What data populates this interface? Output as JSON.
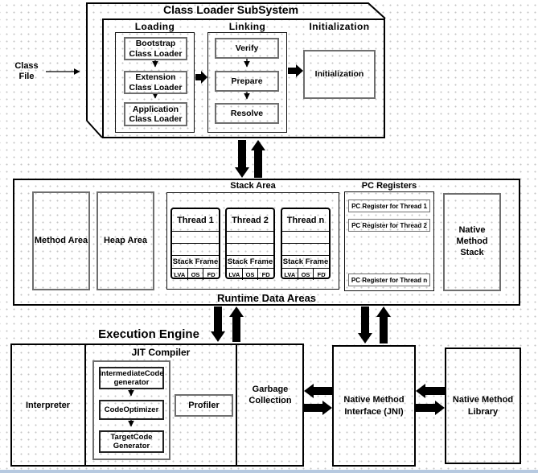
{
  "colors": {
    "line": "#000000",
    "leaf_border_gray": "#6e6e6e",
    "grid_dot": "#c6c6c6",
    "bottom_strip": "#b6c9e0"
  },
  "class_file_label": "Class File",
  "class_loader_subsystem": {
    "title": "Class Loader SubSystem",
    "loading": {
      "header": "Loading",
      "items": [
        "Bootstrap Class Loader",
        "Extension Class Loader",
        "Application Class Loader"
      ]
    },
    "linking": {
      "header": "Linking",
      "items": [
        "Verify",
        "Prepare",
        "Resolve"
      ]
    },
    "initialization": {
      "header": "Initialization",
      "box": "Initialization"
    }
  },
  "runtime": {
    "title": "Runtime Data Areas",
    "method_area": "Method Area",
    "heap_area": "Heap Area",
    "stack_area": {
      "header": "Stack Area",
      "threads": [
        {
          "title": "Thread 1",
          "frame": "Stack Frame",
          "cells": [
            "LVA",
            "OS",
            "FD"
          ]
        },
        {
          "title": "Thread 2",
          "frame": "Stack Frame",
          "cells": [
            "LVA",
            "OS",
            "FD"
          ]
        },
        {
          "title": "Thread n",
          "frame": "Stack Frame",
          "cells": [
            "LVA",
            "OS",
            "FD"
          ]
        }
      ]
    },
    "pc_registers": {
      "header": "PC Registers",
      "rows": [
        "PC Register for Thread 1",
        "PC Register for Thread 2",
        "PC Register for Thread n"
      ]
    },
    "native_method_stack": "Native Method Stack"
  },
  "execution": {
    "title": "Execution Engine",
    "interpreter": "Interpreter",
    "jit": {
      "header": "JIT Compiler",
      "stages": [
        "IntermediateCode generator",
        "CodeOptimizer",
        "TargetCode Generator"
      ],
      "profiler": "Profiler"
    },
    "garbage_collection": "Garbage Collection"
  },
  "jni": "Native Method Interface (JNI)",
  "native_method_library": "Native Method Library"
}
